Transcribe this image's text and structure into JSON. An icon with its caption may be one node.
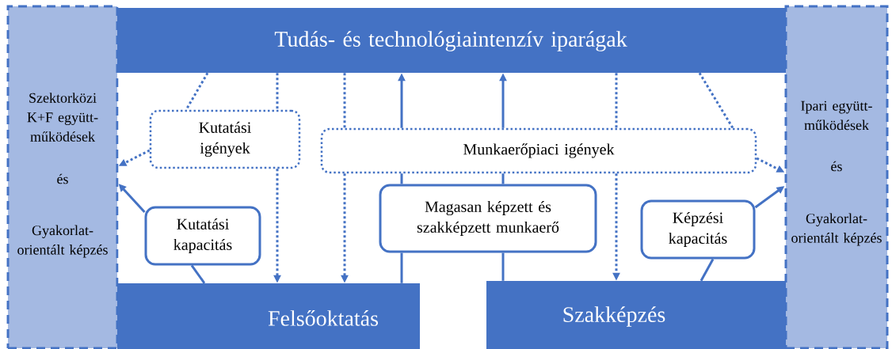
{
  "diagram": {
    "nodes": [
      {
        "text": [
          "Tudás- és technológiaintenzív iparágak"
        ]
      },
      {
        "text": [
          "Szektorközi K+F együtt-működések",
          "és",
          "Gyakorlat-orientált képzés"
        ]
      },
      {
        "text": [
          "Ipari együtt-működések",
          "és",
          "Gyakorlat-orientált képzés"
        ]
      },
      {
        "text": [
          "Felsőoktatás"
        ]
      },
      {
        "text": [
          "Szakképzés"
        ]
      },
      {
        "text": [
          "Kutatási igények"
        ]
      },
      {
        "text": [
          "Munkaerőpiaci igények"
        ]
      },
      {
        "text": [
          "Kutatási kapacitás"
        ]
      },
      {
        "text": [
          "Magasan képzett és szakképzett munkaerő"
        ]
      },
      {
        "text": [
          "Képzési kapacitás"
        ]
      }
    ],
    "edges": [
      {
        "from": 0,
        "to": 5,
        "arrow": "none",
        "style": "dashed"
      },
      {
        "from": 5,
        "to": 3,
        "arrow": "to",
        "style": "dashed"
      },
      {
        "from": 0,
        "to": 5,
        "arrow": "none",
        "style": "dashed"
      },
      {
        "from": 5,
        "to": 1,
        "arrow": "to",
        "style": "dashed"
      },
      {
        "from": 0,
        "to": 6,
        "arrow": "none",
        "style": "dashed"
      },
      {
        "from": 6,
        "to": 3,
        "arrow": "to",
        "style": "dashed"
      },
      {
        "from": 3,
        "to": 8,
        "arrow": "none"
      },
      {
        "from": 8,
        "to": 6,
        "arrow": "none"
      },
      {
        "from": 6,
        "to": 0,
        "arrow": "to"
      },
      {
        "from": 4,
        "to": 8,
        "arrow": "none"
      },
      {
        "from": 8,
        "to": 6,
        "arrow": "none"
      },
      {
        "from": 6,
        "to": 0,
        "arrow": "to"
      },
      {
        "from": 0,
        "to": 6,
        "arrow": "none",
        "style": "dashed"
      },
      {
        "from": 6,
        "to": 4,
        "arrow": "to",
        "style": "dashed"
      },
      {
        "from": 0,
        "to": 6,
        "arrow": "none",
        "style": "dashed"
      },
      {
        "from": 6,
        "to": 2,
        "arrow": "to",
        "style": "dashed"
      },
      {
        "from": 3,
        "to": 7,
        "arrow": "none"
      },
      {
        "from": 7,
        "to": 1,
        "arrow": "to"
      },
      {
        "from": 4,
        "to": 9,
        "arrow": "none"
      },
      {
        "from": 9,
        "to": 2,
        "arrow": "to"
      }
    ]
  }
}
